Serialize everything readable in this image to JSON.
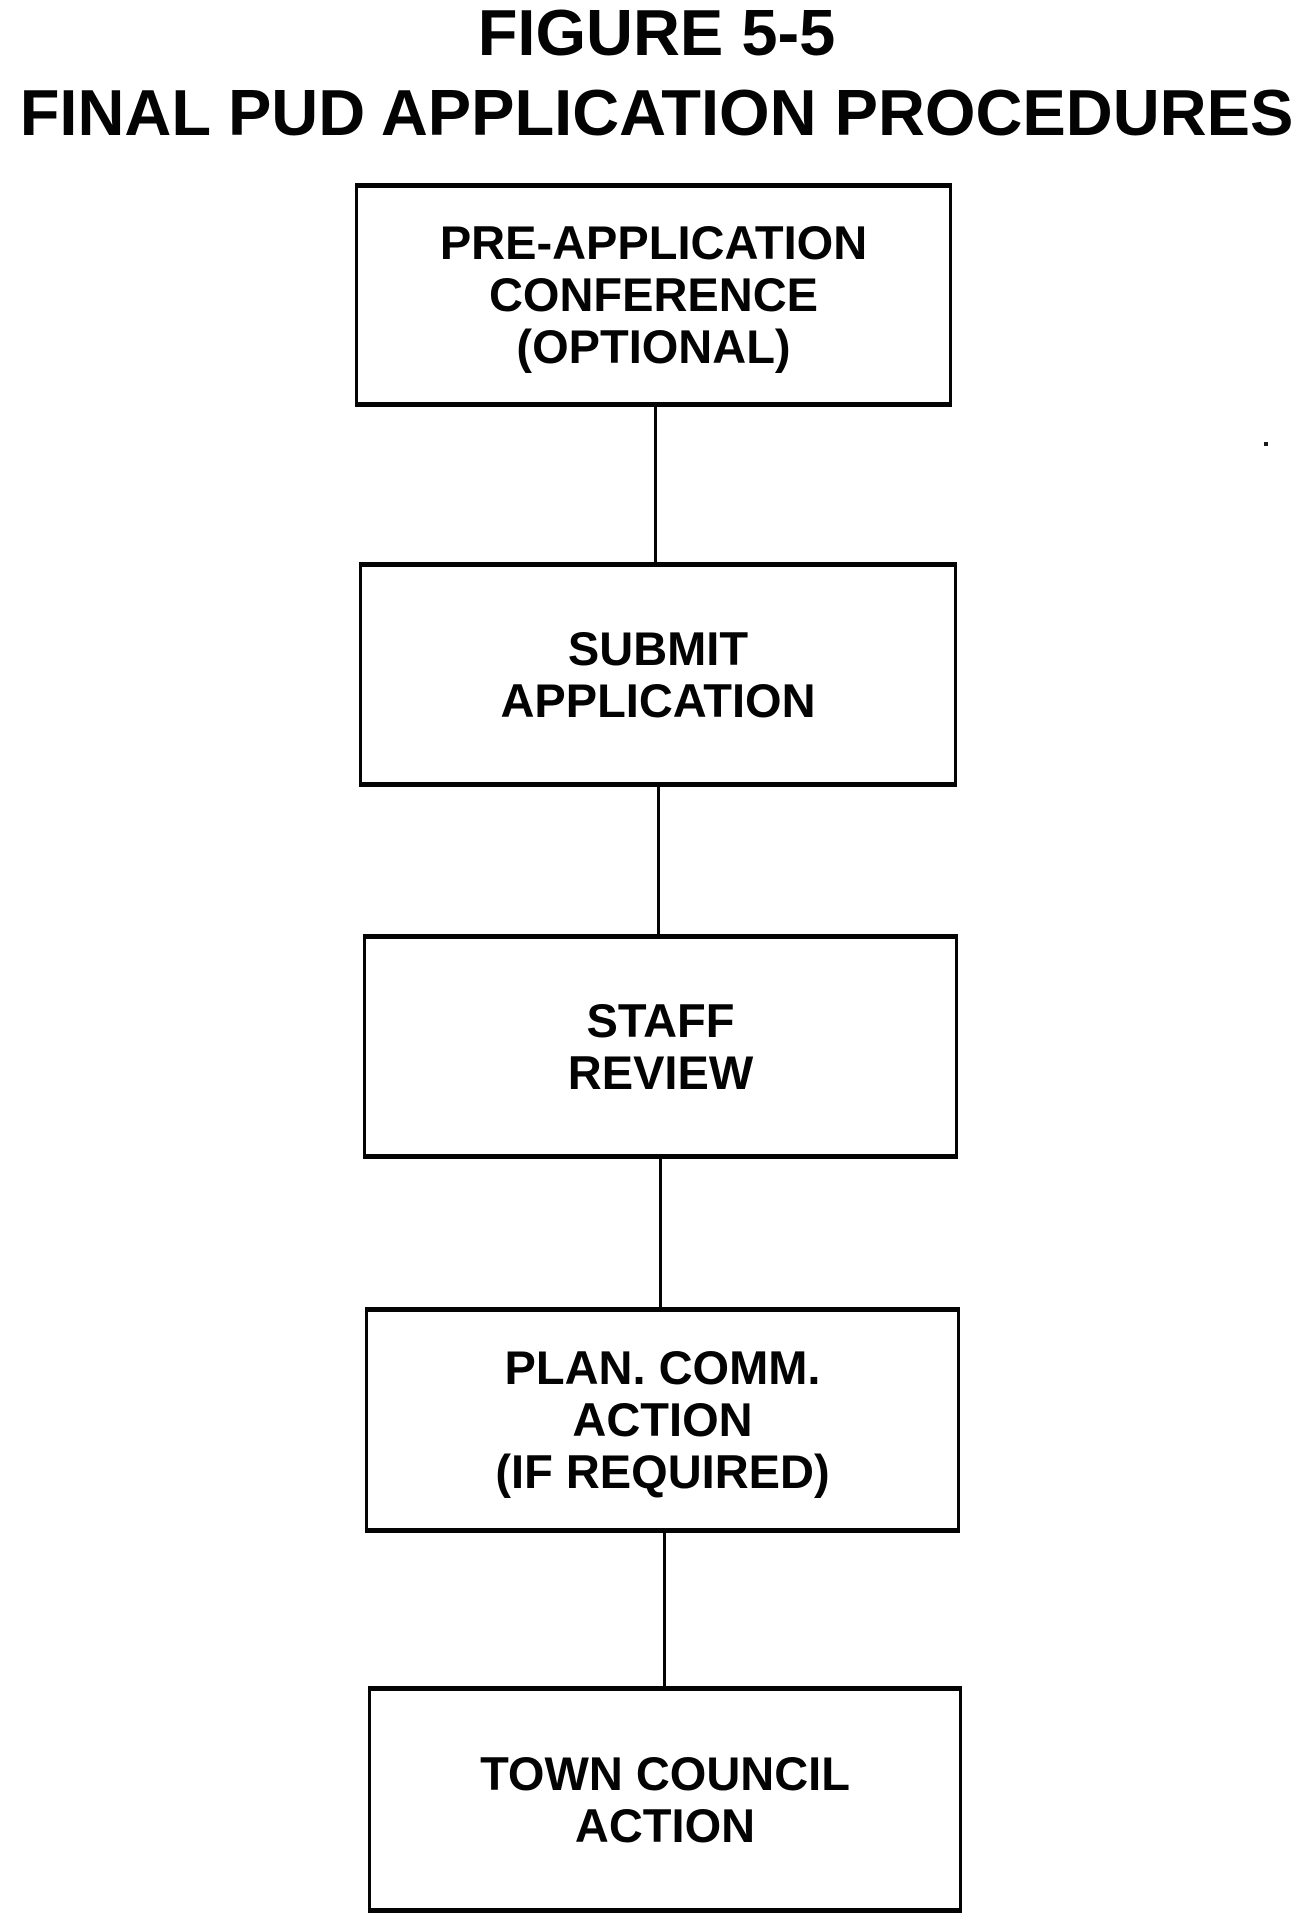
{
  "title": {
    "line1": "FIGURE 5-5",
    "line2": "FINAL PUD APPLICATION PROCEDURES"
  },
  "flowchart": {
    "steps": [
      {
        "name": "pre-application-conference",
        "lines": [
          "PRE-APPLICATION",
          "CONFERENCE",
          "(OPTIONAL)"
        ]
      },
      {
        "name": "submit-application",
        "lines": [
          "SUBMIT",
          "APPLICATION"
        ]
      },
      {
        "name": "staff-review",
        "lines": [
          "STAFF",
          "REVIEW"
        ]
      },
      {
        "name": "plan-comm-action",
        "lines": [
          "PLAN. COMM.",
          "ACTION",
          "(IF REQUIRED)"
        ]
      },
      {
        "name": "town-council-action",
        "lines": [
          "TOWN COUNCIL",
          "ACTION"
        ]
      }
    ],
    "connector_style": "plain-vertical-line",
    "connector_count": 4
  },
  "colors": {
    "ink": "#000000",
    "paper": "#ffffff"
  }
}
